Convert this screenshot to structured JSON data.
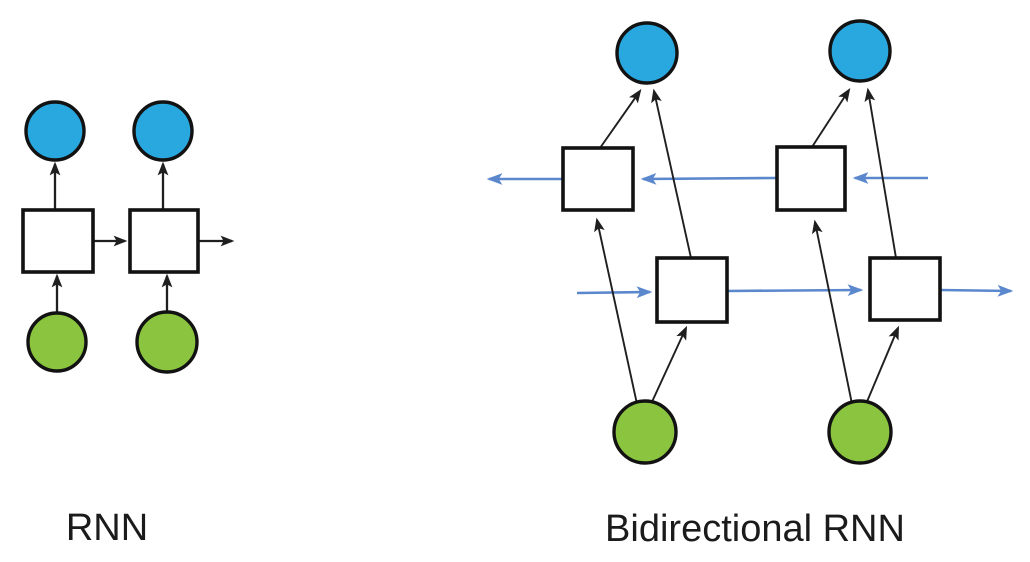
{
  "figure": {
    "colors": {
      "background": "#ffffff",
      "input_node_fill": "#8bc53f",
      "output_node_fill": "#29a8e0",
      "hidden_node_fill": "#ffffff",
      "node_stroke": "#121212",
      "black_edge": "#1f1f1f",
      "flow_arrow": "#5b87cd",
      "label_text": "#1b1b1b"
    },
    "left_diagram": {
      "label": "RNN",
      "timesteps": 2,
      "node_shapes": {
        "input": "green circle (bottom)",
        "hidden": "white square (middle)",
        "output": "blue circle (top)"
      },
      "edges": [
        "input t1 -> hidden t1 (up arrow)",
        "hidden t1 -> output t1 (up arrow)",
        "hidden t1 -> hidden t2 (right arrow)",
        "input t2 -> hidden t2 (up arrow)",
        "hidden t2 -> output t2 (up arrow)",
        "hidden t2 -> next (right arrow)"
      ],
      "hidden_flow": "left-to-right"
    },
    "right_diagram": {
      "label": "Bidirectional RNN",
      "timesteps": 2,
      "node_shapes": {
        "input": "green circle (bottom)",
        "backward_hidden": "white square (upper row)",
        "forward_hidden": "white square (lower row)",
        "output": "blue circle (top)"
      },
      "edges": [
        "input t1 -> backward hidden t1",
        "input t1 -> forward hidden t1",
        "forward hidden t1 -> output t1",
        "backward hidden t1 -> output t1",
        "input t2 -> backward hidden t2",
        "input t2 -> forward hidden t2",
        "forward hidden t2 -> output t2",
        "backward hidden t2 -> output t2"
      ],
      "backward_layer_flow": "right-to-left (blue arrows)",
      "forward_layer_flow": "left-to-right (blue arrows)"
    }
  }
}
